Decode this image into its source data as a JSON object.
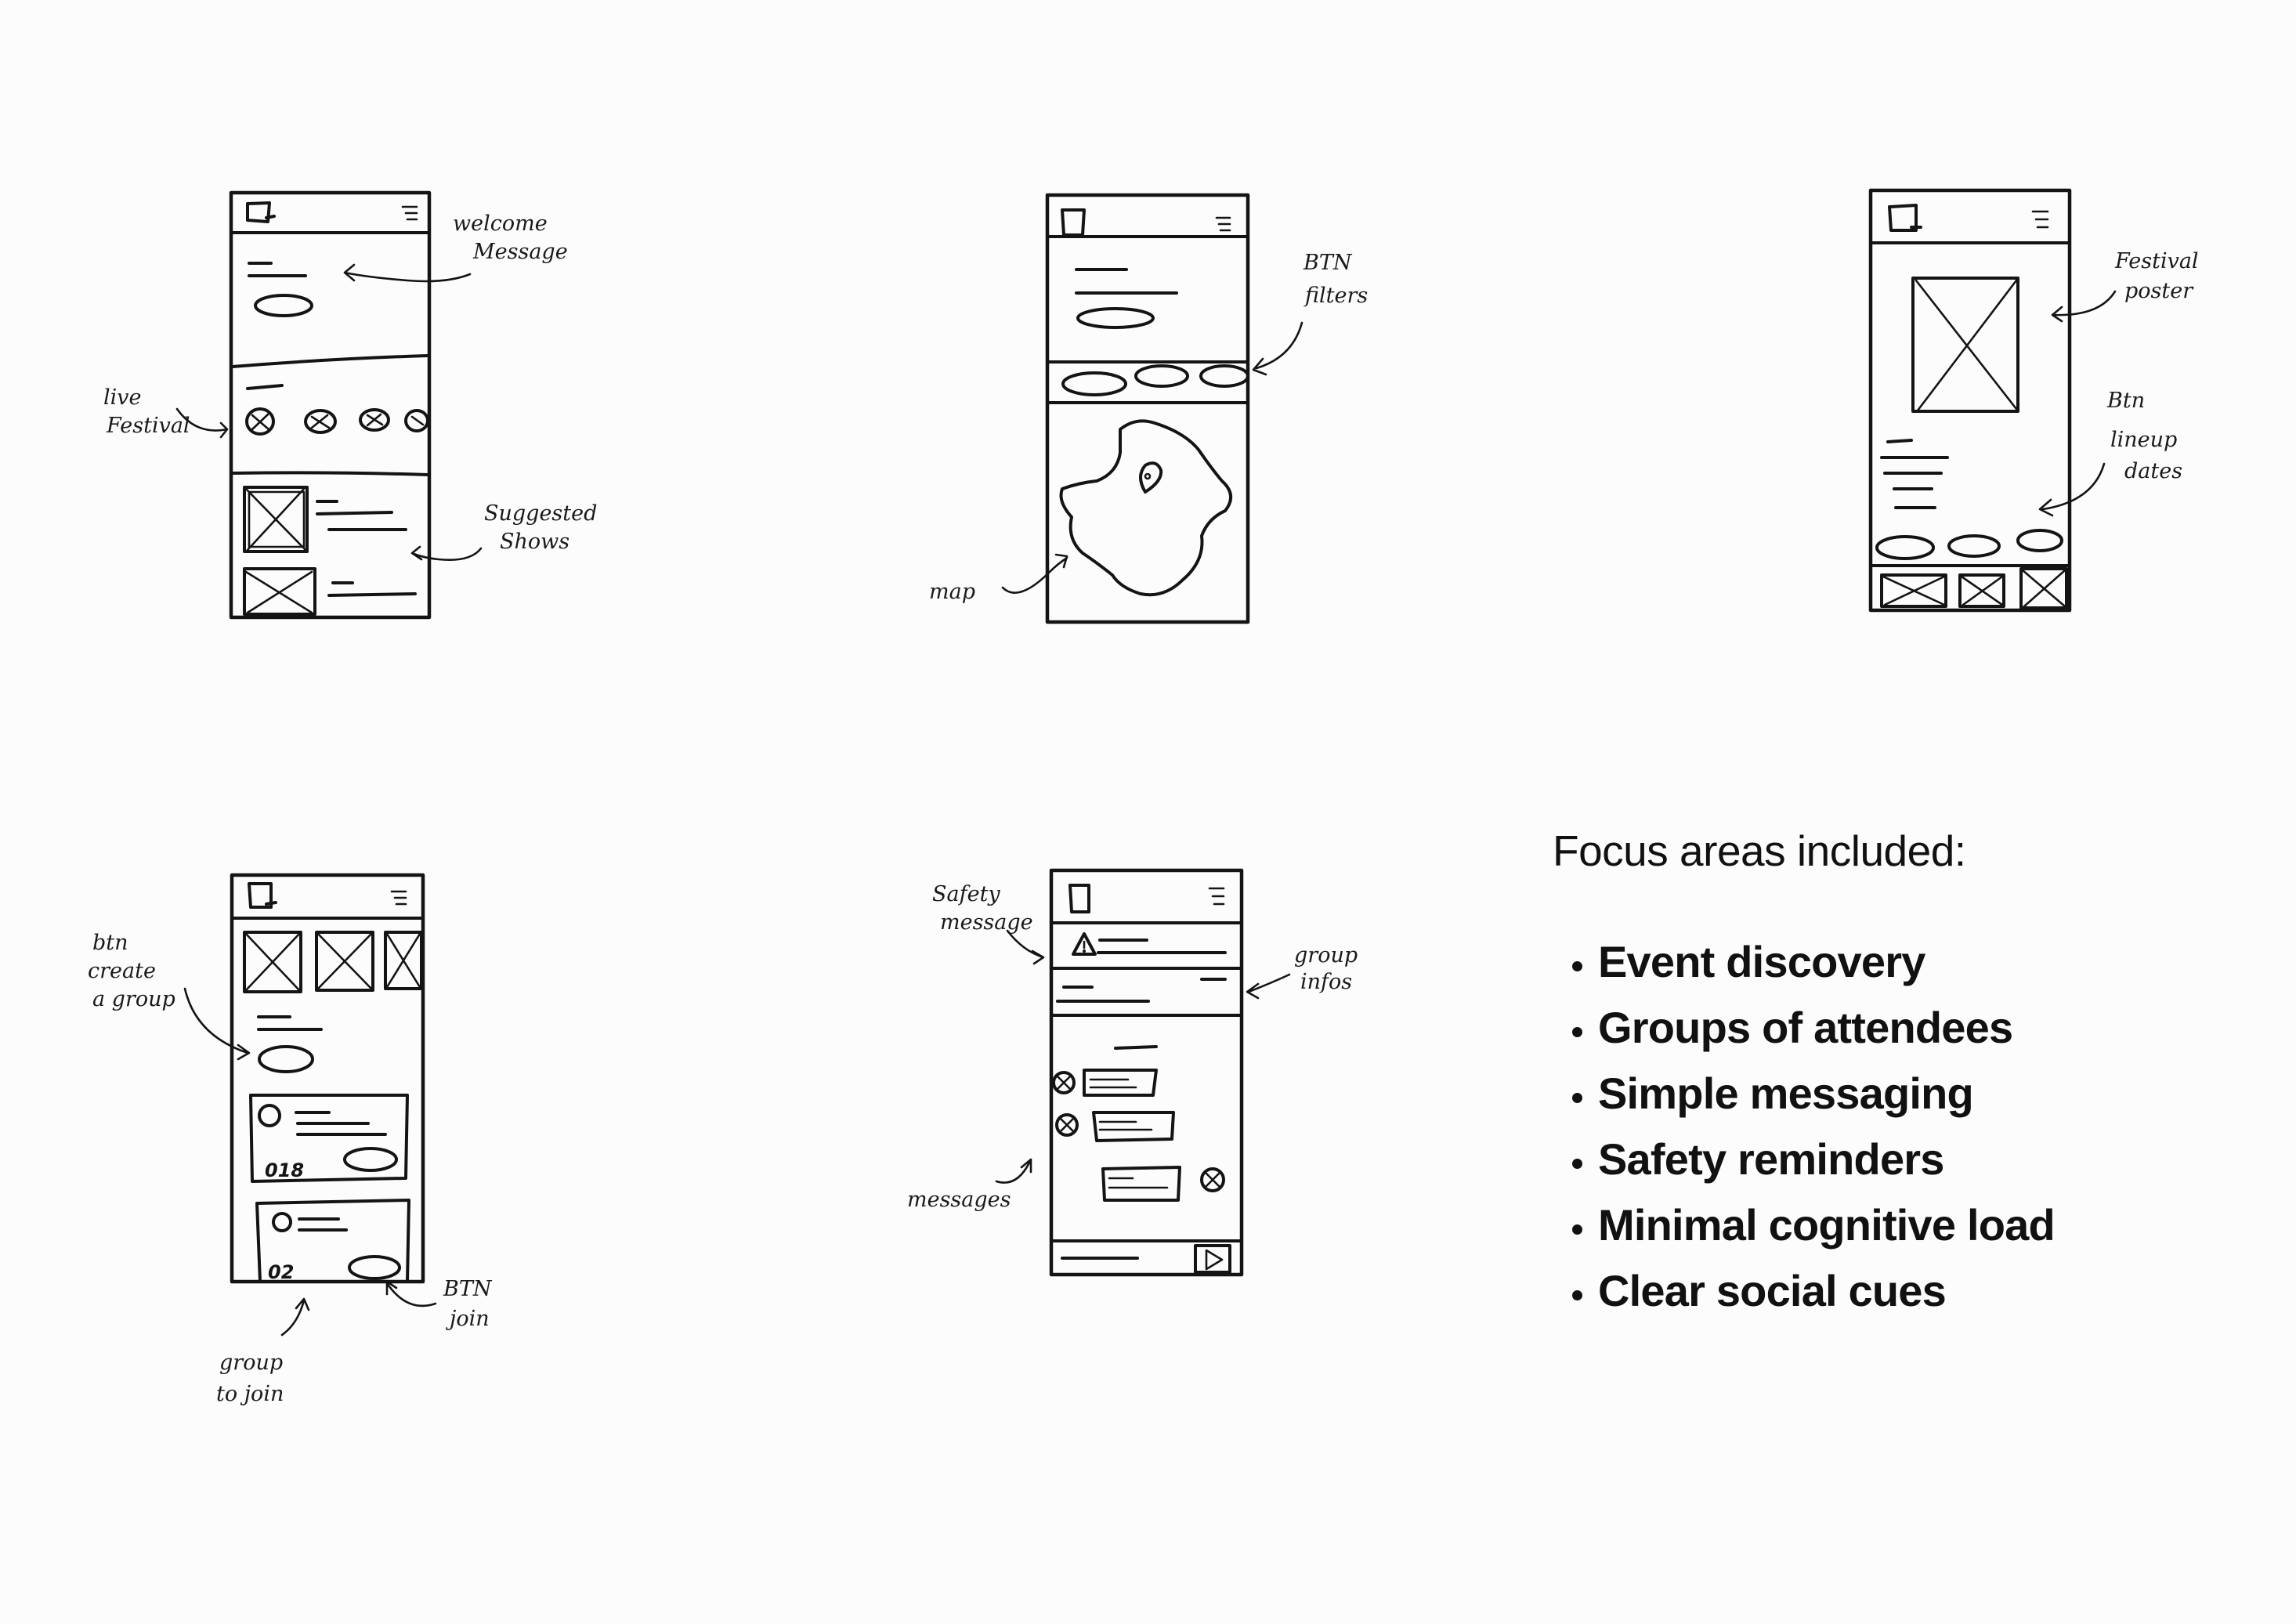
{
  "annotations": {
    "welcome_message": [
      "welcome",
      "Message"
    ],
    "live_festival": [
      "live",
      "Festival"
    ],
    "suggested_shows": [
      "Suggested",
      "Shows"
    ],
    "btn_filters": [
      "BTN",
      "filters"
    ],
    "map": [
      "map"
    ],
    "festival_poster": [
      "Festival",
      "poster"
    ],
    "btn_lineup_dates": [
      "Btn",
      "lineup",
      "dates"
    ],
    "btn_create_group": [
      "btn",
      "create",
      "a group"
    ],
    "group_to_join": [
      "group",
      "to join"
    ],
    "btn_join": [
      "BTN",
      "join"
    ],
    "safety_message": [
      "Safety",
      "message"
    ],
    "group_infos": [
      "group",
      "infos"
    ],
    "messages": [
      "messages"
    ]
  },
  "card_counts": [
    "018",
    "02"
  ],
  "focus": {
    "title": "Focus areas included:",
    "items": [
      "Event discovery",
      "Groups of attendees",
      "Simple messaging",
      "Safety reminders",
      "Minimal cognitive load",
      "Clear social cues"
    ]
  }
}
